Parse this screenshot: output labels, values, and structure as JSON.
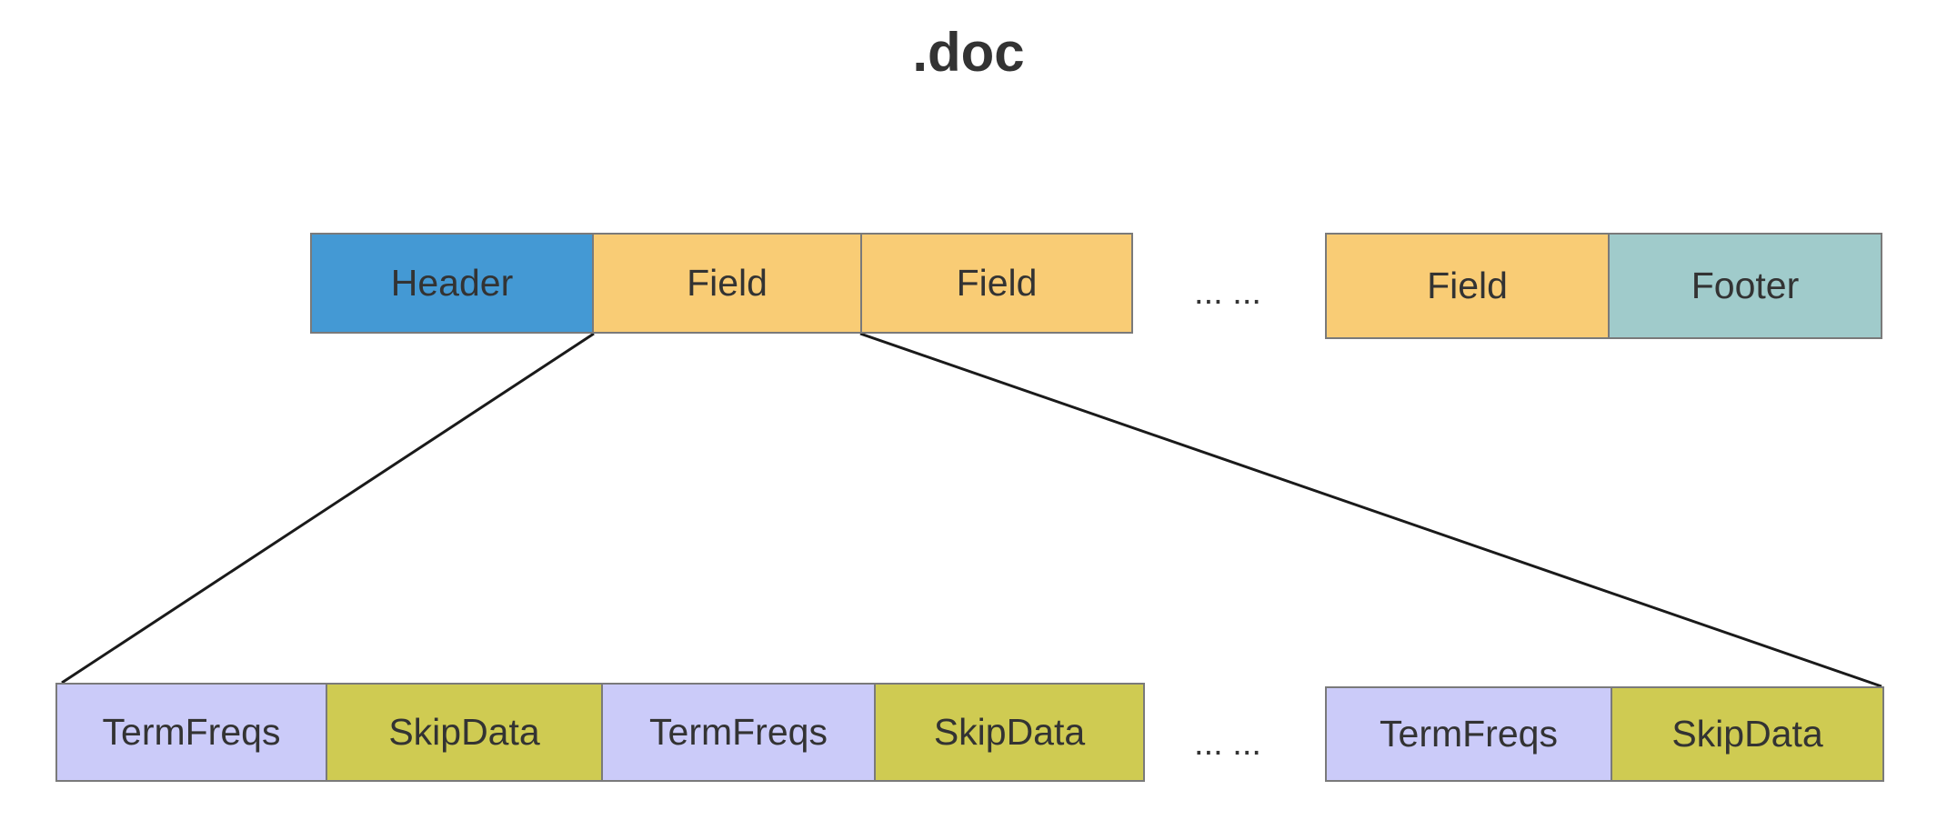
{
  "title": ".doc",
  "colors": {
    "header": "#4499d4",
    "field": "#f9cc75",
    "footer": "#a0cbcb",
    "termfreqs": "#cbcbf9",
    "skipdata": "#cfcb52",
    "border": "#7a7a7a",
    "connector": "#1a1a1a"
  },
  "top_row": {
    "header": "Header",
    "field_1": "Field",
    "field_2": "Field",
    "ellipsis": "... ...",
    "field_last": "Field",
    "footer": "Footer"
  },
  "bottom_row": {
    "termfreqs_1": "TermFreqs",
    "skipdata_1": "SkipData",
    "termfreqs_2": "TermFreqs",
    "skipdata_2": "SkipData",
    "ellipsis": "... ...",
    "termfreqs_last": "TermFreqs",
    "skipdata_last": "SkipData"
  }
}
